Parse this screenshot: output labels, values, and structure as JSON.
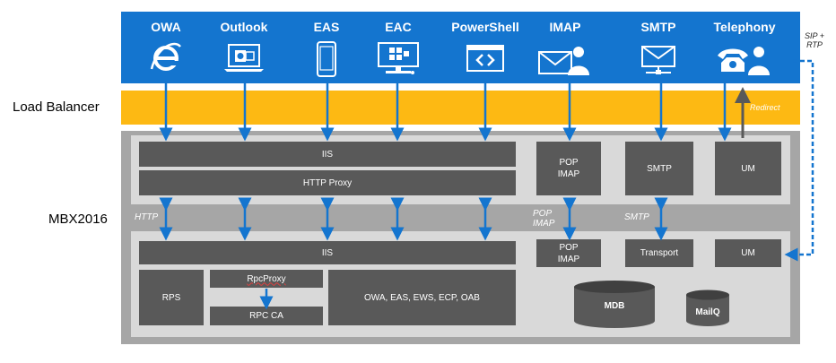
{
  "clients": [
    {
      "label": "OWA",
      "icon": "ie-icon"
    },
    {
      "label": "Outlook",
      "icon": "outlook-laptop-icon"
    },
    {
      "label": "EAS",
      "icon": "phone-icon"
    },
    {
      "label": "EAC",
      "icon": "admin-monitor-icon"
    },
    {
      "label": "PowerShell",
      "icon": "powershell-icon"
    },
    {
      "label": "IMAP",
      "icon": "mail-user-icon"
    },
    {
      "label": "SMTP",
      "icon": "mail-server-icon"
    },
    {
      "label": "Telephony",
      "icon": "telephone-user-icon"
    }
  ],
  "side_labels": {
    "load_balancer": "Load Balancer",
    "mbx": "MBX2016",
    "sip_rtp": "SIP + RTP"
  },
  "top_layer": {
    "iis": "IIS",
    "http_proxy": "HTTP Proxy",
    "pop_imap": "POP IMAP",
    "smtp": "SMTP",
    "um": "UM"
  },
  "between_labels": {
    "http": "HTTP",
    "pop_imap": "POP IMAP",
    "smtp": "SMTP",
    "redirect": "Redirect"
  },
  "bottom_layer": {
    "iis": "IIS",
    "rps": "RPS",
    "rpc_proxy": "RpcProxy",
    "rpc_ca": "RPC CA",
    "owa_services": "OWA, EAS, EWS, ECP, OAB",
    "pop_imap": "POP IMAP",
    "transport": "Transport",
    "um": "UM",
    "mdb": "MDB",
    "mailq": "MailQ"
  },
  "colors": {
    "client_band": "#1475cf",
    "load_balancer": "#fdb913",
    "arrow": "#1475cf",
    "box": "#595959",
    "panel": "#d9d9d9",
    "outer": "#a6a6a6"
  }
}
